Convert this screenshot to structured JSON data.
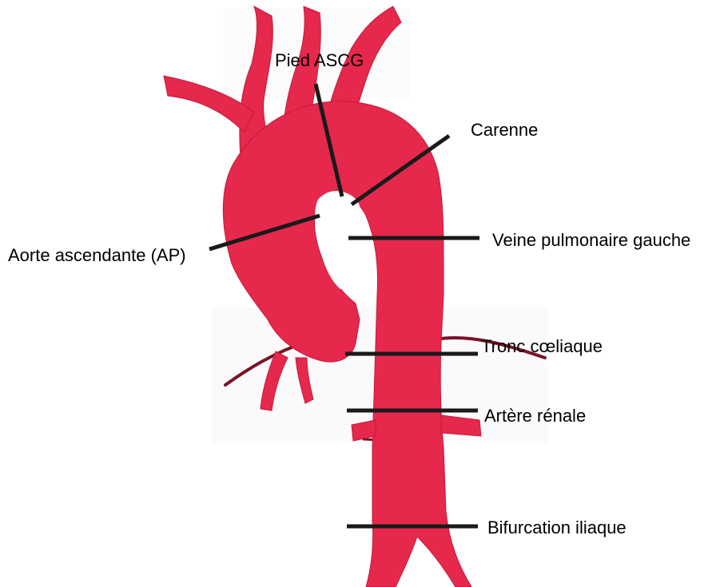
{
  "colors": {
    "vessel": "#e5284c",
    "vessel_edge": "#c41a3b",
    "lumen": "#ffffff",
    "branch_line": "#7a1226",
    "pointer": "#1a1a1a"
  },
  "labels": {
    "pied_ascg": "Pied ASCG",
    "carenne": "Carenne",
    "aorte_ascendante": "Aorte ascendante (AP)",
    "veine_pulmonaire": "Veine pulmonaire gauche",
    "tronc_coeliaque": "Tronc cœliaque",
    "artere_renale": "Artère rénale",
    "bifurcation_iliaque": "Bifurcation iliaque"
  }
}
